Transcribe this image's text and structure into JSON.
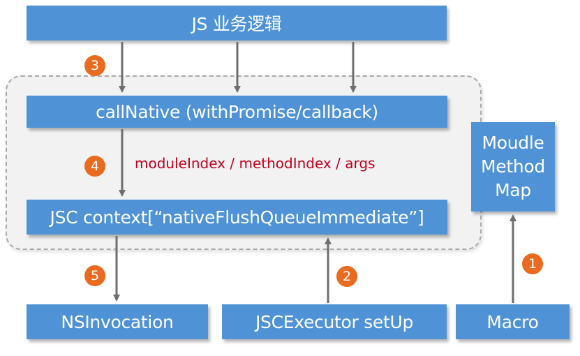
{
  "boxes": {
    "js_logic": "JS 业务逻辑",
    "call_native": "callNative (withPromise/callback)",
    "jsc_context": "JSC context[“nativeFlushQueueImmediate”]",
    "module_map": [
      "Moudle",
      "Method",
      "Map"
    ],
    "ns_invocation": "NSInvocation",
    "jsc_executor": "JSCExecutor setUp",
    "macro": "Macro"
  },
  "edge_label": "moduleIndex / methodIndex / args",
  "steps": [
    "1",
    "2",
    "3",
    "4",
    "5"
  ],
  "colors": {
    "box": "#4f93d6",
    "badge": "#ea6b1f",
    "label": "#c0001c",
    "arrow": "#6e6e6e",
    "container": "#f2f2f2"
  }
}
